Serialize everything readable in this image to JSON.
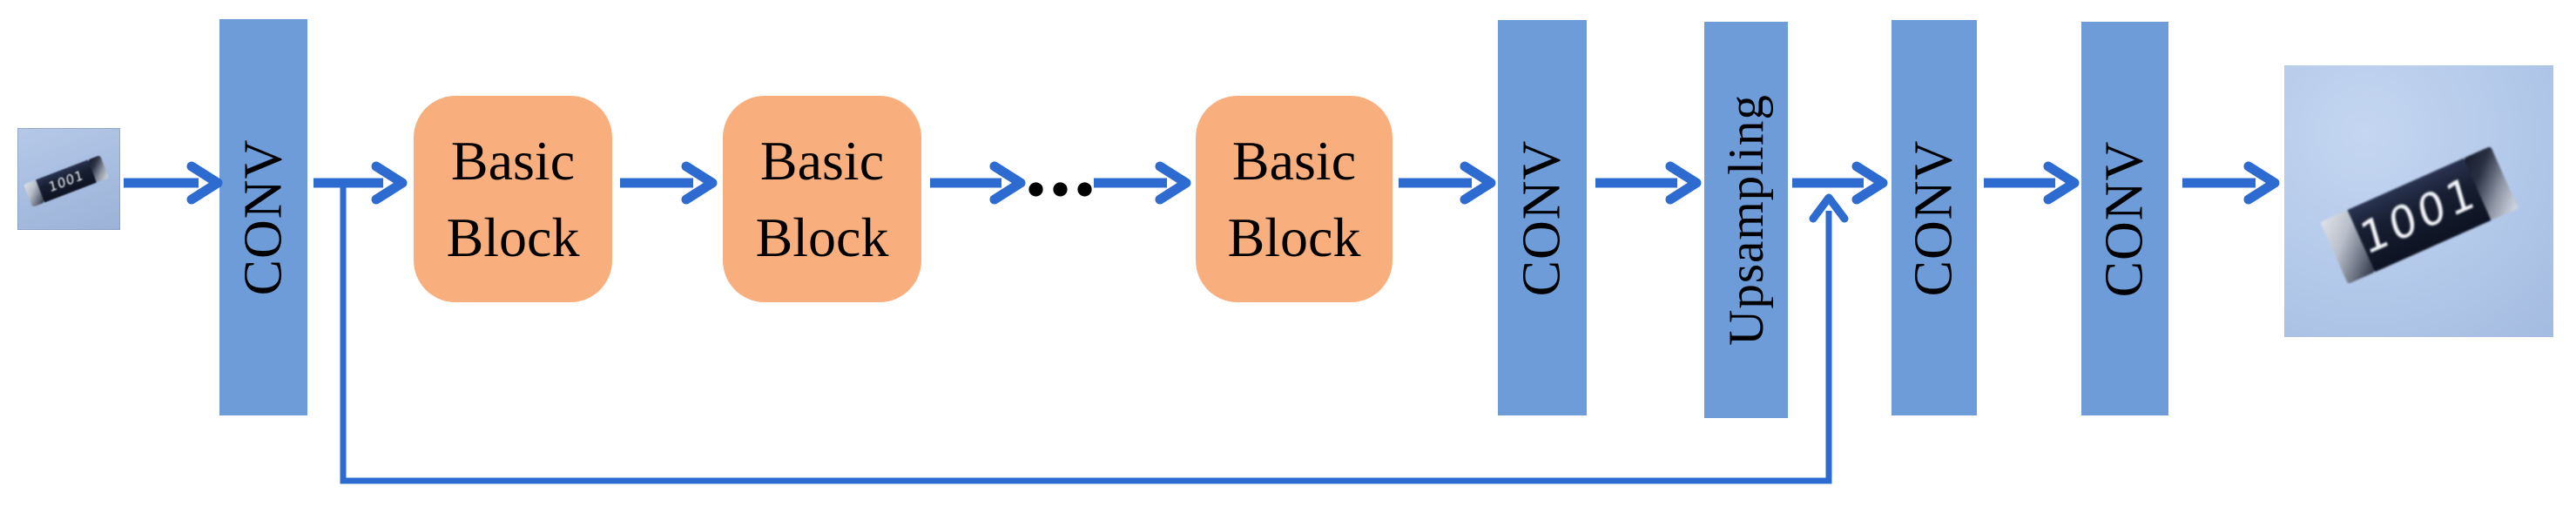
{
  "colors": {
    "bar_blue": "#6E9CD9",
    "arrow_blue": "#2D6BD0",
    "block_orange": "#F9AF7D",
    "photo_bg_small": "#A9BFE2",
    "photo_bg_large": "#B3C9EA",
    "resistor_body": "#161E30"
  },
  "input_photo": {
    "marking": "1001"
  },
  "output_photo": {
    "marking": "1001"
  },
  "conv_bars": [
    "CONV",
    "CONV",
    "CONV",
    "CONV"
  ],
  "upsampling_bar": "Upsampling",
  "basic_blocks": [
    {
      "line1": "Basic",
      "line2": "Block"
    },
    {
      "line1": "Basic",
      "line2": "Block"
    },
    {
      "line1": "Basic",
      "line2": "Block"
    }
  ],
  "ellipsis": "..."
}
